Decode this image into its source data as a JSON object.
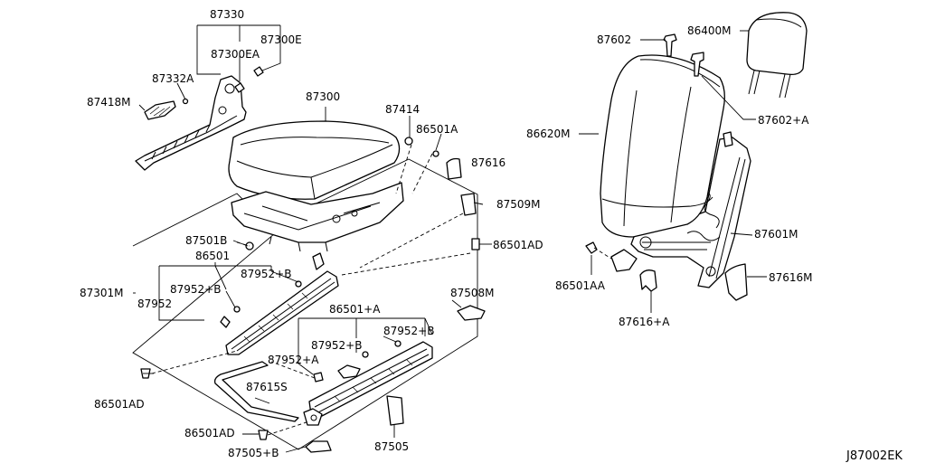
{
  "labels": {
    "p87330": "87330",
    "p87300e": "87300E",
    "p87300ea": "87300EA",
    "p87332a": "87332A",
    "p87418m": "87418M",
    "p87300": "87300",
    "p87414": "87414",
    "p86501a": "86501A",
    "p87616": "87616",
    "p87509m": "87509M",
    "p86501ad_r": "86501AD",
    "p87501b": "87501B",
    "p86501": "86501",
    "p87952b_1": "87952+B",
    "p87952b_2": "87952+B",
    "p87952": "87952",
    "p87301m": "87301M",
    "p87508m": "87508M",
    "p86501plusa": "86501+A",
    "p87952b_3": "87952+B",
    "p87952b_4": "87952+B",
    "p87952plusa": "87952+A",
    "p86501ad_l": "86501AD",
    "p87615s": "87615S",
    "p86501ad_b": "86501AD",
    "p87505plusb": "87505+B",
    "p87505": "87505",
    "p87602": "87602",
    "p86400m": "86400M",
    "p87602plusa": "87602+A",
    "p86620m": "86620M",
    "p87601m": "87601M",
    "p86501aa": "86501AA",
    "p87616m": "87616M",
    "p87616plusa": "87616+A"
  },
  "reference_code": "J87002EK"
}
